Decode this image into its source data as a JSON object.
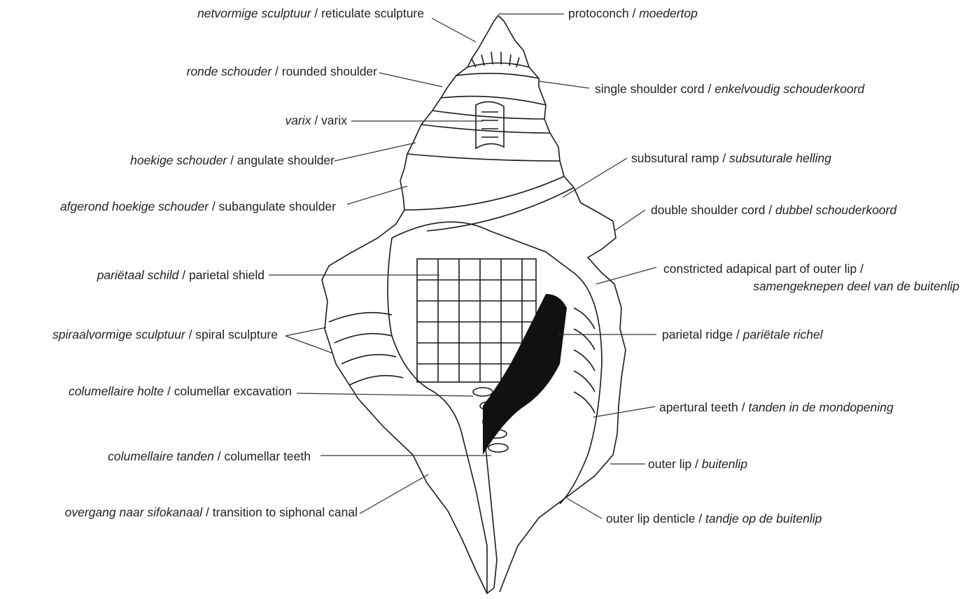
{
  "labels": [
    {
      "key": "reticulate",
      "it": "netvormige sculptuur",
      "sep": " / ",
      "tx": "reticulate sculpture",
      "order": "nl-first"
    },
    {
      "key": "rounded",
      "it": "ronde schouder",
      "sep": " / ",
      "tx": "rounded shoulder",
      "order": "nl-first"
    },
    {
      "key": "varix",
      "it": "varix",
      "sep": " / ",
      "tx": "varix",
      "order": "nl-first"
    },
    {
      "key": "angulate",
      "it": "hoekige schouder",
      "sep": " / ",
      "tx": "angulate shoulder",
      "order": "nl-first"
    },
    {
      "key": "subangulate",
      "it": "afgerond hoekige schouder",
      "sep": " / ",
      "tx": "subangulate shoulder",
      "order": "nl-first"
    },
    {
      "key": "parietal-shield",
      "it": "pariëtaal schild",
      "sep": " / ",
      "tx": "parietal shield",
      "order": "nl-first"
    },
    {
      "key": "spiral",
      "it": "spiraalvormige sculptuur",
      "sep": " / ",
      "tx": "spiral sculpture",
      "order": "nl-first"
    },
    {
      "key": "excavation",
      "it": "columellaire holte",
      "sep": " / ",
      "tx": "columellar excavation",
      "order": "nl-first"
    },
    {
      "key": "col-teeth",
      "it": "columellaire tanden",
      "sep": " / ",
      "tx": "columellar teeth",
      "order": "nl-first"
    },
    {
      "key": "siphonal",
      "it": "overgang naar sifokanaal",
      "sep": " / ",
      "tx": "transition to siphonal canal",
      "order": "nl-first"
    },
    {
      "key": "protoconch",
      "tx": "protoconch",
      "sep": " / ",
      "it": "moedertop",
      "order": "en-first"
    },
    {
      "key": "single-cord",
      "tx": "single shoulder cord",
      "sep": " / ",
      "it": "enkelvoudig schouderkoord",
      "order": "en-first"
    },
    {
      "key": "ramp",
      "tx": "subsutural ramp",
      "sep": " / ",
      "it": "subsuturale helling",
      "order": "en-first"
    },
    {
      "key": "double-cord",
      "tx": "double shoulder cord",
      "sep": " / ",
      "it": "dubbel schouderkoord",
      "order": "en-first"
    },
    {
      "key": "constricted",
      "tx": "constricted adapical part of outer lip",
      "sep": " /",
      "it": "samengeknepen deel van de buitenlip",
      "order": "en-first-2line"
    },
    {
      "key": "parietal-ridge",
      "tx": "parietal ridge",
      "sep": " / ",
      "it": "pariëtale richel",
      "order": "en-first"
    },
    {
      "key": "apertural",
      "tx": "apertural teeth",
      "sep": " / ",
      "it": "tanden in de mondopening",
      "order": "en-first"
    },
    {
      "key": "outer-lip",
      "tx": "outer lip",
      "sep": " / ",
      "it": "buitenlip",
      "order": "en-first"
    },
    {
      "key": "denticle",
      "tx": "outer lip denticle",
      "sep": " / ",
      "it": "tandje op de buitenlip",
      "order": "en-first"
    }
  ]
}
